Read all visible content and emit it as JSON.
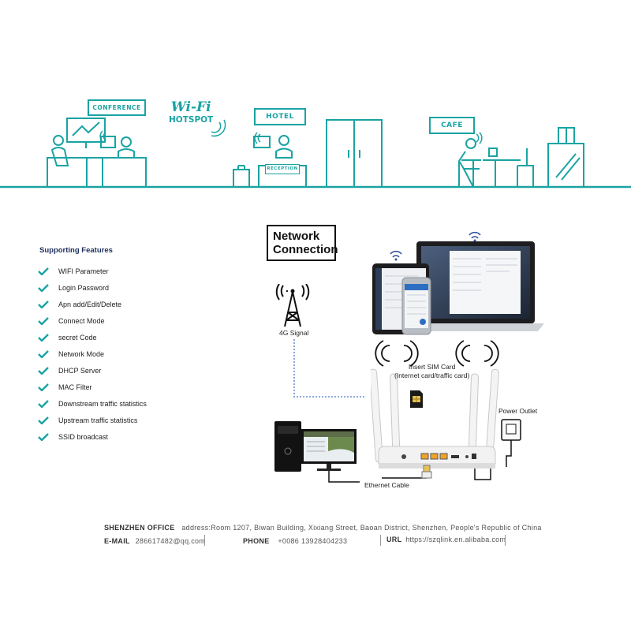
{
  "banner": {
    "conference": "CONFERENCE",
    "wifi_logo_top": "Wi-Fi",
    "wifi_logo_bottom": "HOTSPOT",
    "hotel": "HOTEL",
    "reception": "RECEPTION",
    "cafe": "CAFE"
  },
  "features": {
    "title": "Supporting Features",
    "items": [
      "WIFI Parameter",
      "Login Password",
      "Apn add/Edit/Delete",
      "Connect Mode",
      "secret  Code",
      "Network Mode",
      "DHCP Server",
      "MAC Filter",
      "Downstream traffic statistics",
      "Upstream traffic statistics",
      "SSID broadcast"
    ]
  },
  "diagram": {
    "network_line1": "Network",
    "network_line2": "Connection",
    "signal_label": "4G Signal",
    "sim_line1": "Insert SIM Card",
    "sim_line2": "(Internet card/traffic card)",
    "power_label": "Power Outlet",
    "ethernet_label": "Ethernet Cable"
  },
  "footer": {
    "office_label": "SHENZHEN OFFICE",
    "address": "address:Room 1207, Biwan Building, Xixiang Street, Baoan District, Shenzhen, People's Republic of China",
    "email_label": "E-MAIL",
    "email": "286617482@qq.com",
    "phone_label": "PHONE",
    "phone": "+0086 13928404233",
    "url_label": "URL",
    "url": "https://szqlink.en.alibaba.com"
  },
  "colors": {
    "teal": "#1aa3a3",
    "navy": "#1c2f5c",
    "dotted": "#6a8fd0"
  }
}
